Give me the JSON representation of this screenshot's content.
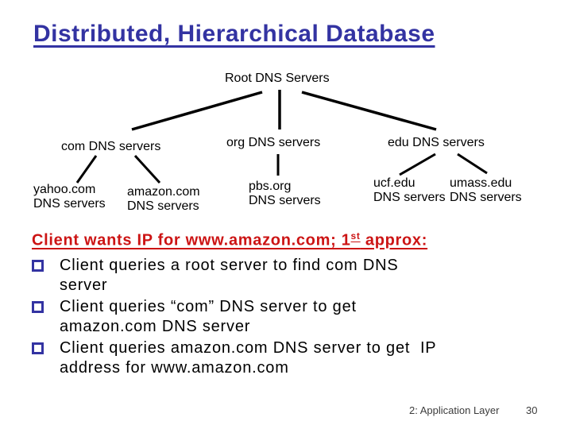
{
  "slide": {
    "title": "Distributed, Hierarchical Database",
    "footer": {
      "section": "2: Application Layer",
      "page": "30"
    }
  },
  "tree": {
    "root": "Root DNS Servers",
    "level1": [
      {
        "label": "com DNS servers"
      },
      {
        "label": "org DNS servers"
      },
      {
        "label": "edu DNS servers"
      }
    ],
    "level2": [
      {
        "name": "yahoo.com",
        "sub": "DNS servers"
      },
      {
        "name": "amazon.com",
        "sub": "DNS servers"
      },
      {
        "name": "pbs.org",
        "sub": "DNS servers"
      },
      {
        "name": "ucf.edu",
        "sub": "DNS servers"
      },
      {
        "name": "umass.edu",
        "sub": "DNS servers"
      }
    ]
  },
  "content": {
    "heading": {
      "pre": "Client wants IP for www.amazon.com; 1",
      "sup": "st",
      "post": " approx:"
    },
    "bullets": [
      {
        "line1": "Client queries a root server to find com DNS",
        "line2": "server"
      },
      {
        "line1": "Client queries “com” DNS server to get",
        "line2": "amazon.com DNS server"
      },
      {
        "line1": "Client queries amazon.com DNS server to get  IP",
        "line2": "address for www.amazon.com"
      }
    ]
  },
  "colors": {
    "title_navy": "#3333a2",
    "heading_red": "#cc1414",
    "bullet_square_navy": "#3333a2",
    "body_black": "#000000",
    "footer_gray": "#3c3c3c"
  }
}
